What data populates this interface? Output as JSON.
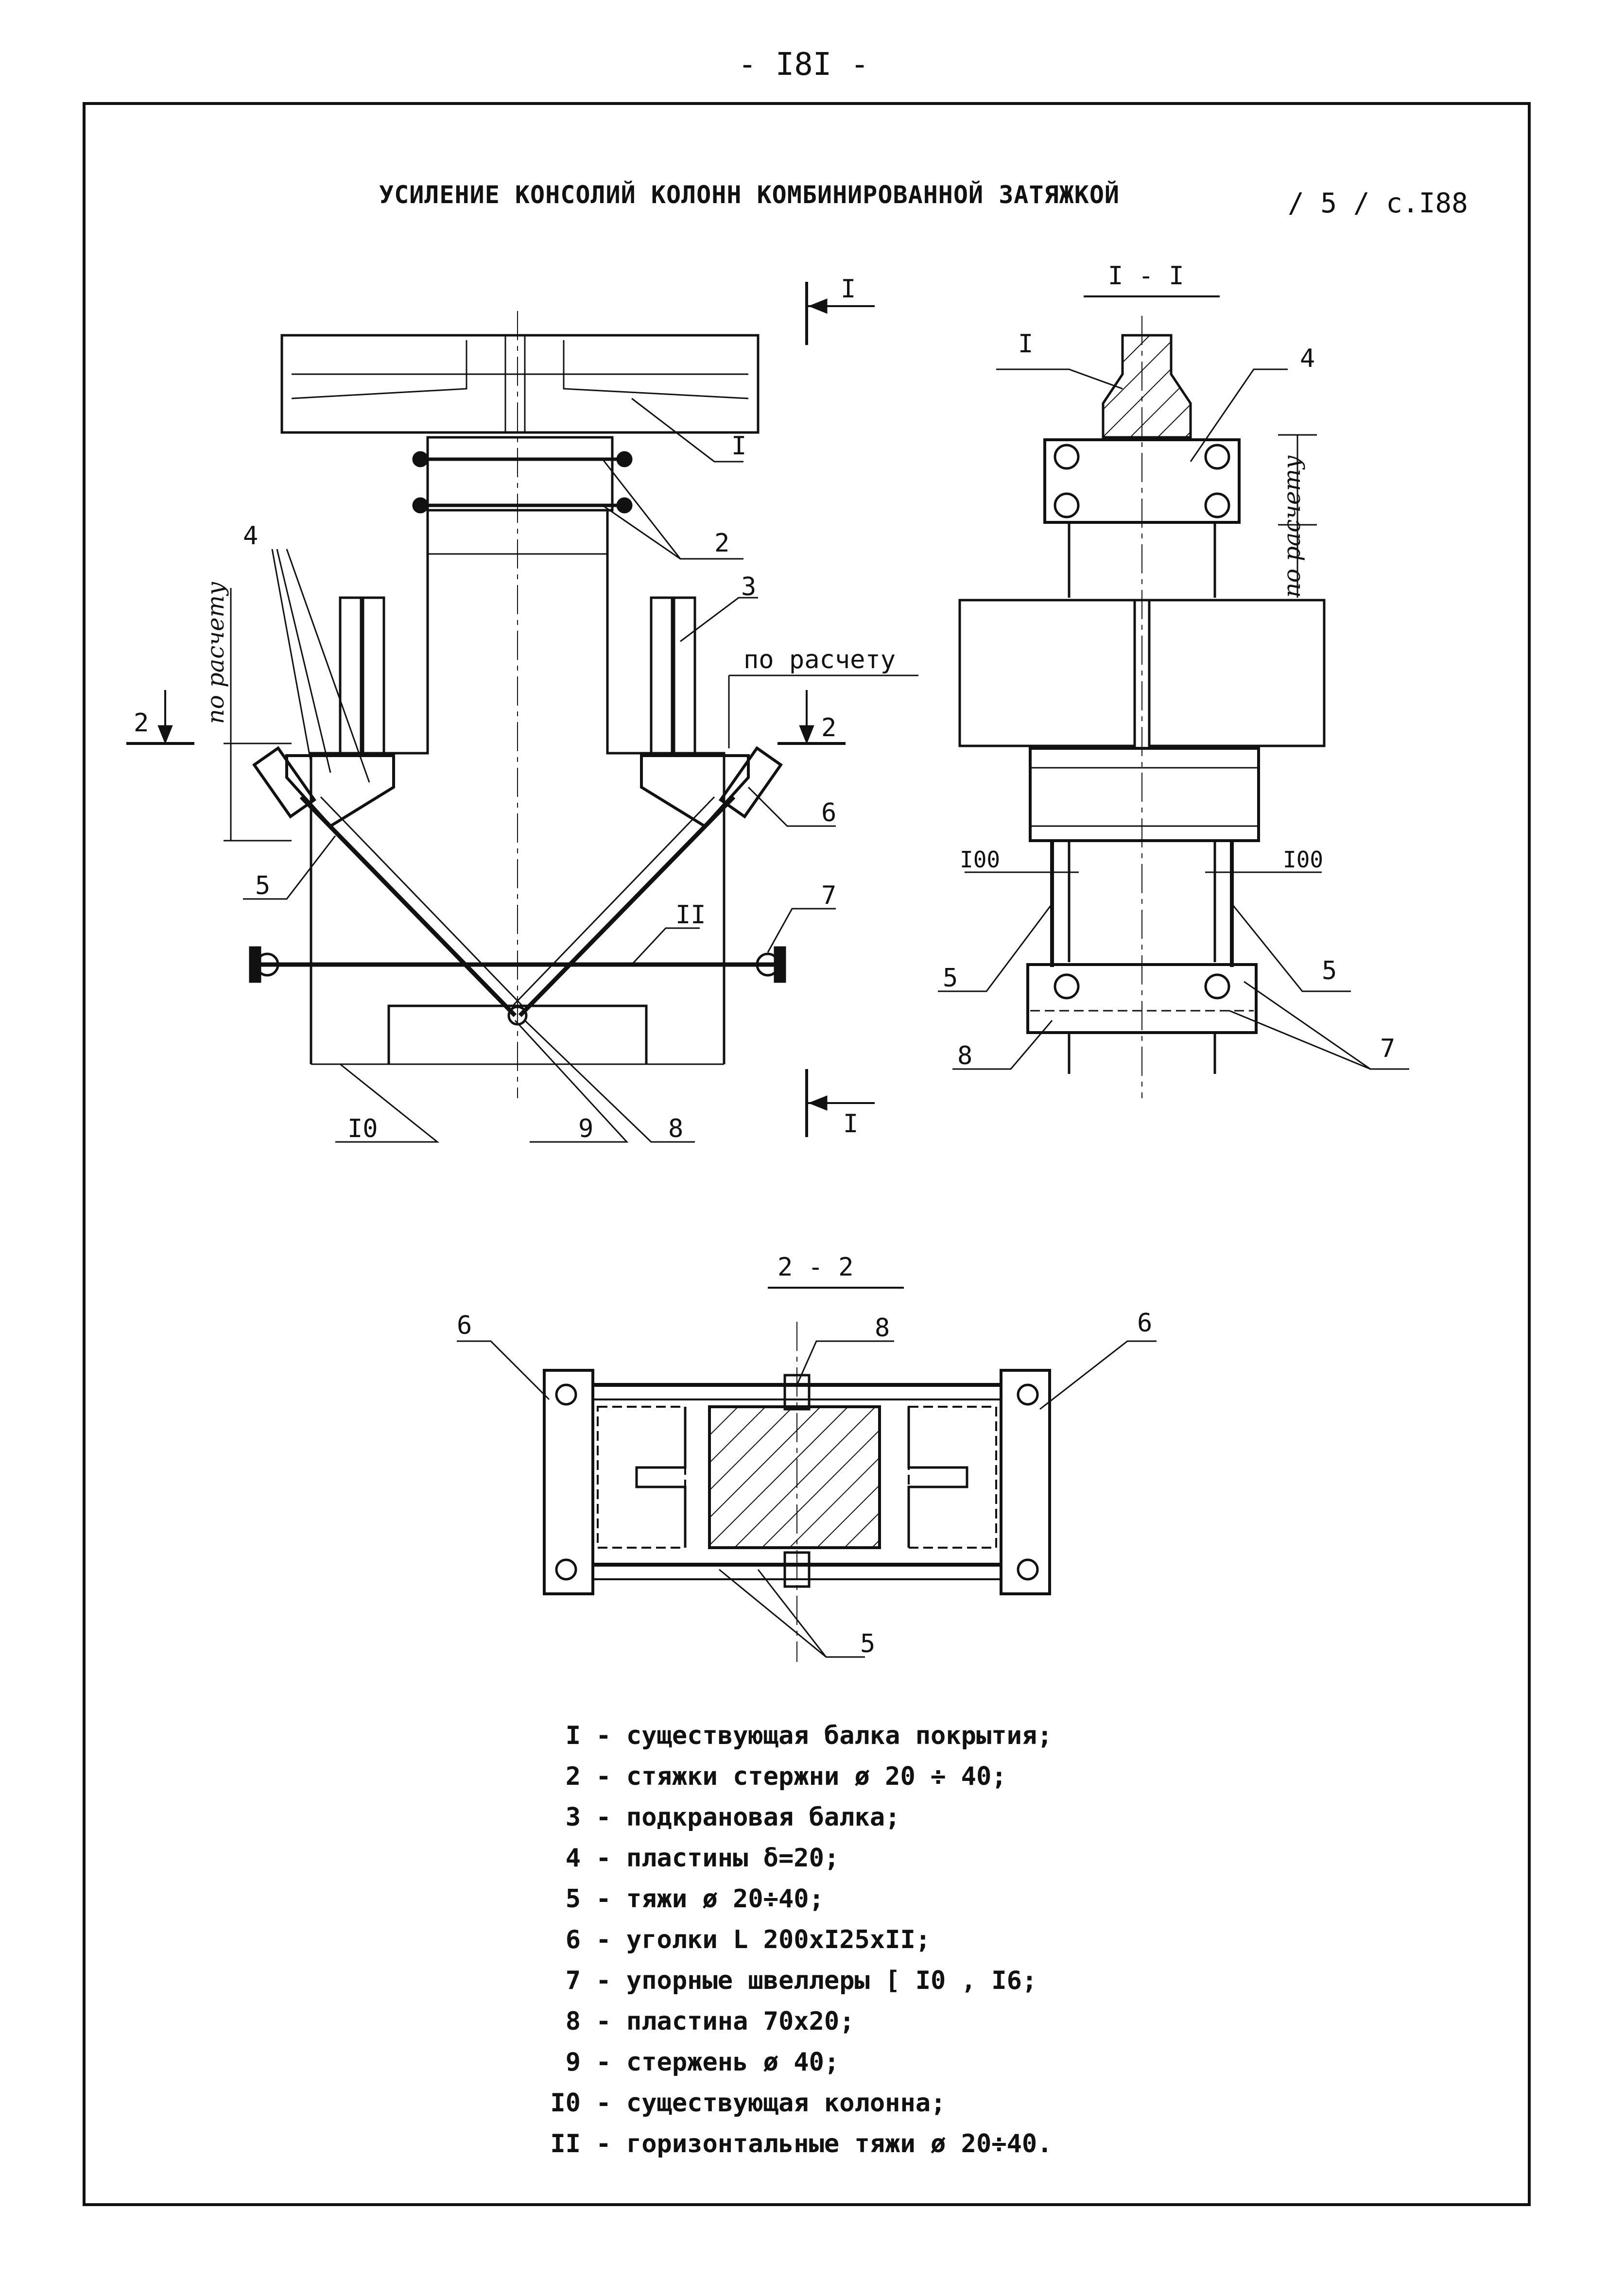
{
  "page_number": "- I8I -",
  "title": "УСИЛЕНИЕ КОНСОЛИЙ КОЛОНН КОМБИНИРОВАННОЙ ЗАТЯЖКОЙ",
  "reference": "/ 5 / с.I88",
  "views": {
    "main": {
      "section_mark": "I",
      "cut_mark": "2",
      "dim_label_left": "по расчету",
      "dim_label_right": "по расчету",
      "callouts": {
        "c1": "I",
        "c2": "2",
        "c3": "3",
        "c4": "4",
        "c5": "5",
        "c6": "6",
        "c7": "7",
        "c8": "8",
        "c9": "9",
        "c10": "I0",
        "c11": "II"
      }
    },
    "section_1_1": {
      "title": "I - I",
      "dim_label": "по расчету",
      "dim_left": "I00",
      "dim_right": "I00",
      "callouts": {
        "c1": "I",
        "c4": "4",
        "c5a": "5",
        "c5b": "5",
        "c7": "7",
        "c8": "8"
      }
    },
    "section_2_2": {
      "title": "2 - 2",
      "callouts": {
        "c6a": "6",
        "c6b": "6",
        "c8": "8",
        "c5": "5"
      }
    }
  },
  "legend": [
    {
      "num": "I",
      "text": "- существующая балка покрытия;"
    },
    {
      "num": "2",
      "text": "- стяжки стержни ø 20 ÷ 40;"
    },
    {
      "num": "3",
      "text": "- подкрановая балка;"
    },
    {
      "num": "4",
      "text": "- пластины δ=20;"
    },
    {
      "num": "5",
      "text": "- тяжи ø 20÷40;"
    },
    {
      "num": "6",
      "text": "- уголки L 200хI25хII;"
    },
    {
      "num": "7",
      "text": "- упорные швеллеры [ I0 , I6;"
    },
    {
      "num": "8",
      "text": "- пластина 70х20;"
    },
    {
      "num": "9",
      "text": "- стержень ø 40;"
    },
    {
      "num": "I0",
      "text": "- существующая колонна;"
    },
    {
      "num": "II",
      "text": "- горизонтальные тяжи ø 20÷40."
    }
  ]
}
